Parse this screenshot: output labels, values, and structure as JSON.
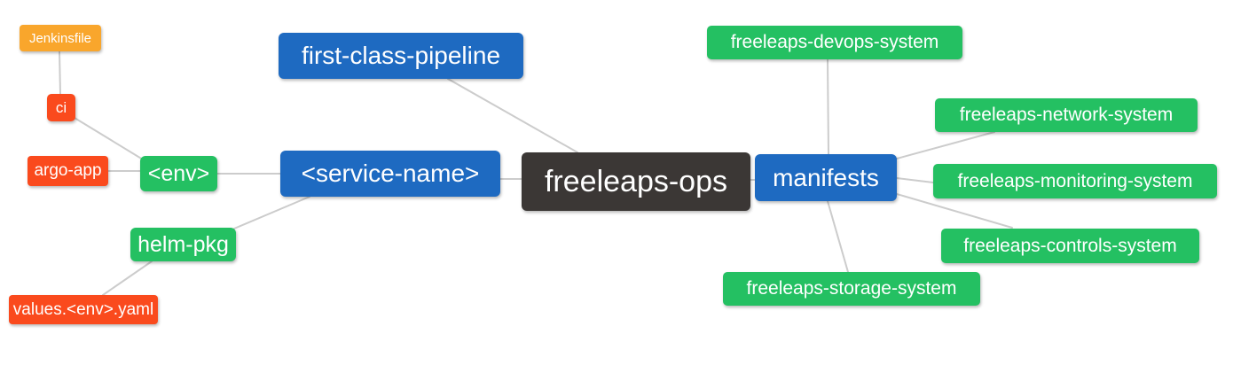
{
  "diagram": {
    "type": "mindmap",
    "root_label": "freeleaps-ops",
    "background": "#ffffff"
  },
  "palette": {
    "blue": "#1e6ac1",
    "green": "#24c062",
    "red_orange": "#fa4a1d",
    "amber": "#f9a62c",
    "dark_gray": "#3b3735",
    "edge_gray": "#cccccc",
    "node_text": "#ffffff"
  },
  "nodes": [
    {
      "id": "jenkinsfile",
      "label": "Jenkinsfile",
      "color": "#f9a62c"
    },
    {
      "id": "ci",
      "label": "ci",
      "color": "#fa4a1d"
    },
    {
      "id": "argo-app",
      "label": "argo-app",
      "color": "#fa4a1d"
    },
    {
      "id": "env",
      "label": "<env>",
      "color": "#24c062"
    },
    {
      "id": "helm-pkg",
      "label": "helm-pkg",
      "color": "#24c062"
    },
    {
      "id": "values-env-yaml",
      "label": "values.<env>.yaml",
      "color": "#fa4a1d"
    },
    {
      "id": "first-class-pipeline",
      "label": "first-class-pipeline",
      "color": "#1e6ac1"
    },
    {
      "id": "service-name",
      "label": "<service-name>",
      "color": "#1e6ac1"
    },
    {
      "id": "freeleaps-ops",
      "label": "freeleaps-ops",
      "color": "#3b3735"
    },
    {
      "id": "manifests",
      "label": "manifests",
      "color": "#1e6ac1"
    },
    {
      "id": "freeleaps-devops-system",
      "label": "freeleaps-devops-system",
      "color": "#24c062"
    },
    {
      "id": "freeleaps-network-system",
      "label": "freeleaps-network-system",
      "color": "#24c062"
    },
    {
      "id": "freeleaps-monitoring-system",
      "label": "freeleaps-monitoring-system",
      "color": "#24c062"
    },
    {
      "id": "freeleaps-controls-system",
      "label": "freeleaps-controls-system",
      "color": "#24c062"
    },
    {
      "id": "freeleaps-storage-system",
      "label": "freeleaps-storage-system",
      "color": "#24c062"
    }
  ],
  "edges": [
    {
      "from": "jenkinsfile",
      "to": "ci"
    },
    {
      "from": "ci",
      "to": "env"
    },
    {
      "from": "argo-app",
      "to": "env"
    },
    {
      "from": "env",
      "to": "service-name"
    },
    {
      "from": "service-name",
      "to": "helm-pkg"
    },
    {
      "from": "helm-pkg",
      "to": "values-env-yaml"
    },
    {
      "from": "first-class-pipeline",
      "to": "freeleaps-ops"
    },
    {
      "from": "service-name",
      "to": "freeleaps-ops"
    },
    {
      "from": "freeleaps-ops",
      "to": "manifests"
    },
    {
      "from": "manifests",
      "to": "freeleaps-devops-system"
    },
    {
      "from": "manifests",
      "to": "freeleaps-network-system"
    },
    {
      "from": "manifests",
      "to": "freeleaps-monitoring-system"
    },
    {
      "from": "manifests",
      "to": "freeleaps-controls-system"
    },
    {
      "from": "manifests",
      "to": "freeleaps-storage-system"
    }
  ]
}
